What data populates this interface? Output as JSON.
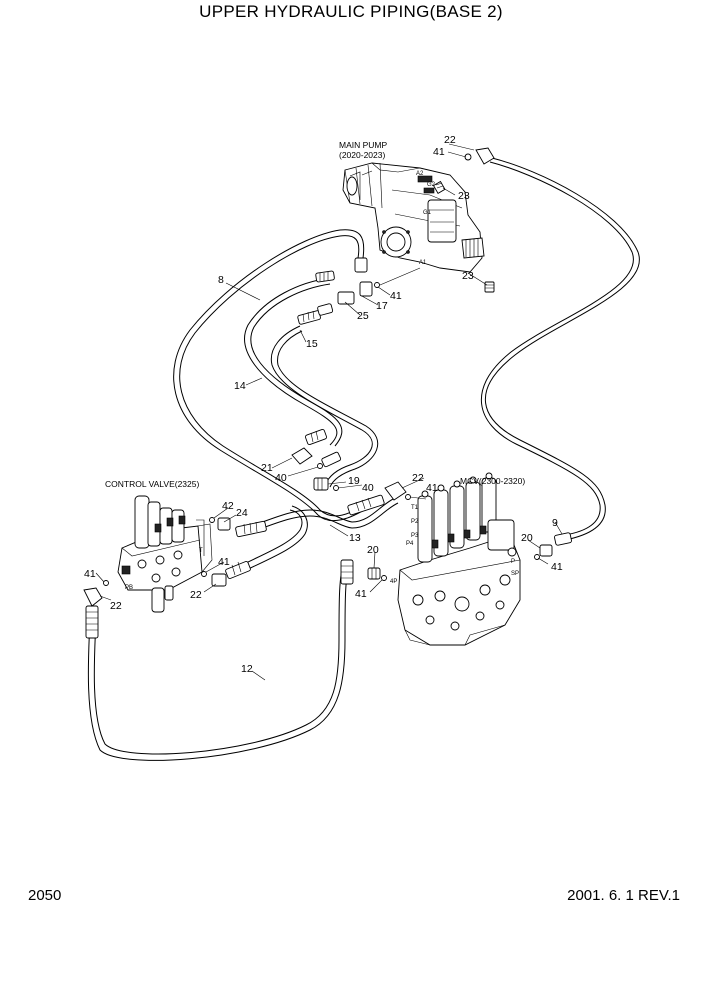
{
  "title": "UPPER HYDRAULIC PIPING(BASE 2)",
  "footer": {
    "page_number": "2050",
    "revision": "2001. 6. 1 REV.1"
  },
  "components": {
    "main_pump": {
      "line1": "MAIN PUMP",
      "line2": "(2020-2023)"
    },
    "control_valve": {
      "label": "CONTROL VALVE(2325)"
    },
    "mcv": {
      "label": "MCV(2300-2320)"
    }
  },
  "ports": {
    "a2": "A2",
    "g2": "G2",
    "g1": "G1",
    "a1": "A1",
    "t1": "T1",
    "p2": "P2",
    "p3": "P3",
    "p4": "P4",
    "t": "T",
    "pb": "PB",
    "p": "P",
    "sp": "SP",
    "4p": "4P"
  },
  "callouts": {
    "c22_pump": "22",
    "c41_pump": "41",
    "c23_a": "23",
    "c23_b": "23",
    "c8": "8",
    "c41_mid": "41",
    "c17": "17",
    "c25": "25",
    "c15": "15",
    "c14": "14",
    "c21": "21",
    "c40_a": "40",
    "c19": "19",
    "c40_b": "40",
    "c22_mcv": "22",
    "c41_mcv": "41",
    "c42": "42",
    "c24": "24",
    "c13": "13",
    "c20_a": "20",
    "c41_cv": "41",
    "c22_cv": "22",
    "c41_left": "41",
    "c22_left": "22",
    "c41_4p": "41",
    "c12": "12",
    "c9": "9",
    "c20_b": "20",
    "c41_right": "41"
  }
}
